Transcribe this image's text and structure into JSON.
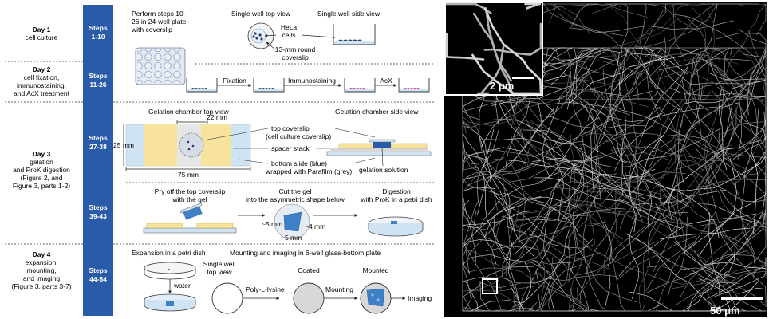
{
  "days": [
    {
      "title": "Day 1",
      "desc": [
        "cell culture"
      ],
      "steps": [
        "Steps",
        "1-10"
      ]
    },
    {
      "title": "Day 2",
      "desc": [
        "cell fixation,",
        "immunostaining,",
        "and AcX treatment"
      ],
      "steps": [
        "Steps",
        "11-26"
      ]
    },
    {
      "title": "Day 3",
      "desc": [
        "gelation",
        "and ProK digestion",
        "(Figure 2, and",
        "Figure 3, parts 1-2)"
      ],
      "steps_a": [
        "Steps",
        "27-38"
      ],
      "steps_b": [
        "Steps",
        "39-43"
      ]
    },
    {
      "title": "Day 4",
      "desc": [
        "expansion,",
        "mounting,",
        "and imaging",
        "(Figure 3, parts 3-7)"
      ],
      "steps": [
        "Steps",
        "44-54"
      ]
    }
  ],
  "day1": {
    "perform": [
      "Perform steps 10-",
      "26 in 24-well plate",
      "with coverslip"
    ],
    "top_view": "Single well top view",
    "side_view": "Single well side view",
    "hela": [
      "HeLa",
      "cells"
    ],
    "coverslip": [
      "13-mm round",
      "coverslip"
    ]
  },
  "day2": {
    "fixation": "Fixation",
    "immunostaining": "Immunostaining",
    "acx": "AcX"
  },
  "day3": {
    "chamber_top": "Gelation chamber top view",
    "chamber_side": "Gelation chamber side view",
    "dim_22": "22 mm",
    "dim_25": "25 mm",
    "dim_75": "75 mm",
    "top_coverslip": [
      "top coverslip",
      "(cell culture coverslip)"
    ],
    "spacer": "spacer stack",
    "bottom_slide": [
      "bottom slide (blue)",
      "wrapped with Parafilm (grey)"
    ],
    "gelation_solution": "gelation solution",
    "pry": [
      "Pry off the top coverslip",
      "with the gel"
    ],
    "cut": [
      "Cut the gel",
      "into the asymmetric shape below"
    ],
    "digestion": [
      "Digestion",
      "with ProK in a petri dish"
    ],
    "dim_5a": "~5 mm",
    "dim_4": "~4 mm",
    "dim_5b": "~5 mm"
  },
  "day4": {
    "expansion": "Expansion in a petri dish",
    "mounting_title": "Mounting and imaging in 6-well glass-bottom plate",
    "water": "water",
    "single_well": [
      "Single well",
      "top view"
    ],
    "poly": "Poly-L-lysine",
    "coated": "Coated",
    "mounting": "Mounting",
    "mounted": "Mounted",
    "imaging": "Imaging"
  },
  "micrograph": {
    "inset_scale": "2 μm",
    "main_scale": "50 μm"
  },
  "colors": {
    "steps_bar": "#2a5ba8",
    "gel_blue": "#3f7fc6",
    "light_blue": "#cfe3f3",
    "spacer_yellow": "#f7e39c",
    "grey": "#d8d8d8"
  }
}
